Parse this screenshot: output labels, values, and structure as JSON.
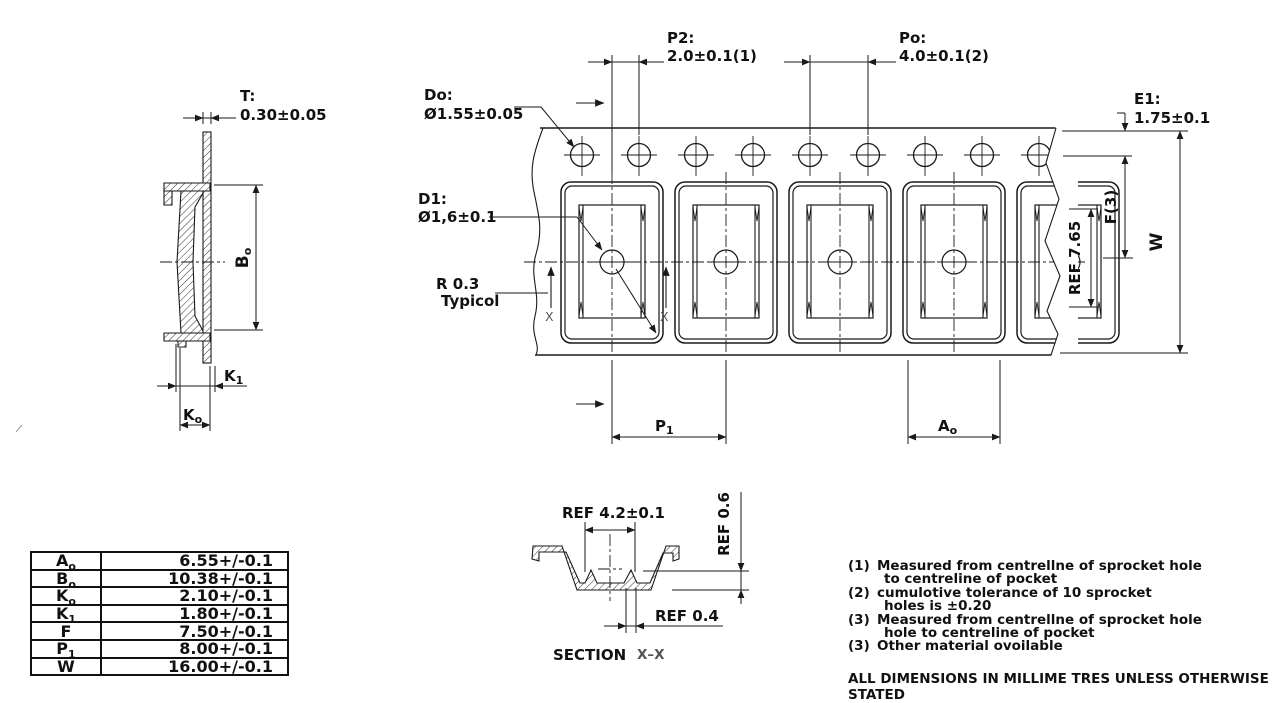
{
  "colors": {
    "line": "#1a1a1a",
    "text": "#111111",
    "muted": "#555555",
    "bg": "#ffffff"
  },
  "side_view": {
    "t_label": "T:",
    "t_value": "0.30±0.05",
    "bo_main": "B",
    "bo_sub": "o",
    "k1_main": "K",
    "k1_sub": "1",
    "ko_main": "K",
    "ko_sub": "o"
  },
  "top_view": {
    "do_label": "Do:",
    "do_value": "Ø1.55±0.05",
    "p2_label": "P2:",
    "p2_value": "2.0±0.1(1)",
    "po_label": "Po:",
    "po_value": "4.0±0.1(2)",
    "e1_label": "E1:",
    "e1_value": "1.75±0.1",
    "d1_label": "D1:",
    "d1_value": "Ø1,6±0.1",
    "r_label": "R 0.3",
    "r_label2": "Typicol",
    "f_label": "F(3)",
    "ref_765": "REF 7.65",
    "w_label": "W",
    "p1_main": "P",
    "p1_sub": "1",
    "ao_main": "A",
    "ao_sub": "o",
    "x_marker": "X"
  },
  "section_view": {
    "ref_42": "REF 4.2±0.1",
    "ref_06": "REF 0.6",
    "ref_04": "REF 0.4",
    "title": "SECTION",
    "cut_label": "X–X"
  },
  "dim_table": {
    "rows": [
      {
        "param": "A",
        "sub": "o",
        "value": "6.55+/-0.1"
      },
      {
        "param": "B",
        "sub": "o",
        "value": "10.38+/-0.1"
      },
      {
        "param": "K",
        "sub": "o",
        "value": "2.10+/-0.1"
      },
      {
        "param": "K",
        "sub": "1",
        "value": "1.80+/-0.1"
      },
      {
        "param": "F",
        "sub": "",
        "value": "7.50+/-0.1"
      },
      {
        "param": "P",
        "sub": "1",
        "value": "8.00+/-0.1"
      },
      {
        "param": "W",
        "sub": "",
        "value": "16.00+/-0.1"
      }
    ]
  },
  "notes": [
    {
      "num": "(1)",
      "lines": [
        "Measured from centrellne of sprocket hole",
        "to centreline of pocket"
      ]
    },
    {
      "num": "(2)",
      "lines": [
        "cumulotive tolerance of 10 sprocket",
        "holes is ±0.20"
      ]
    },
    {
      "num": "(3)",
      "lines": [
        "Measured from centrellne of sprocket hole",
        "hole to centreline of pocket"
      ]
    },
    {
      "num": "(3)",
      "lines": [
        "Other material ovoilable"
      ]
    }
  ],
  "footer": "ALL DIMENSIONS IN MILLIME TRES UNLESS OTHERWISE STATED"
}
